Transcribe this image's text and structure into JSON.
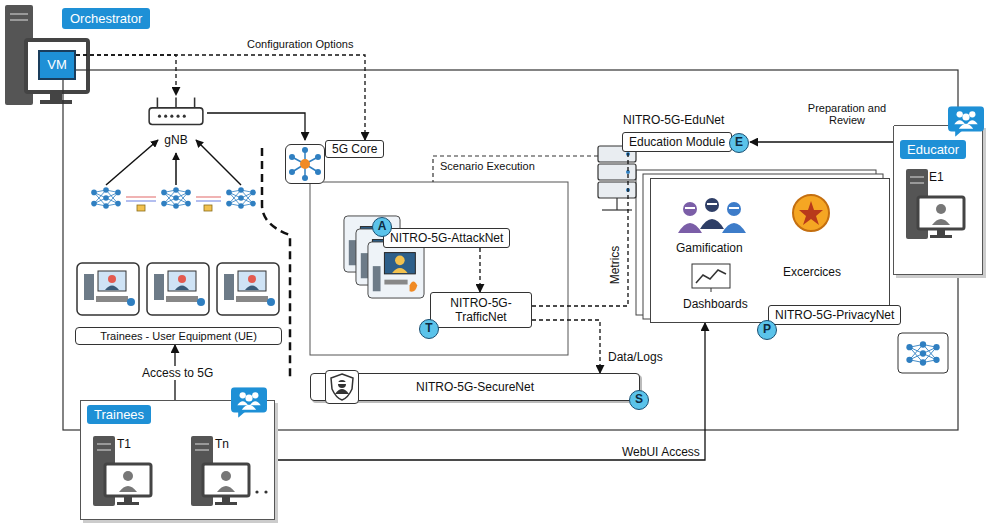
{
  "diagram": {
    "nodes": [
      {
        "text": [
          "Orchestrator"
        ]
      },
      {
        "text": [
          "VM"
        ]
      },
      {
        "text": [
          "gNB"
        ]
      },
      {
        "text": [
          "Trainees - User Equipment (UE)"
        ]
      },
      {
        "text": [
          "Trainees"
        ]
      },
      {
        "text": [
          "5G Core"
        ]
      },
      {
        "text": [
          "NITRO-5G-AttackNet",
          "A"
        ]
      },
      {
        "text": [
          "NITRO-5G-TrafficNet",
          "T"
        ]
      },
      {
        "text": [
          "NITRO-5G-SecureNet",
          "S"
        ]
      },
      {
        "text": [
          "NITRO-5G-EduNet",
          "Education Module",
          "E"
        ]
      },
      {
        "text": [
          "Gamification",
          "Excercices",
          "Dashboards"
        ]
      },
      {
        "text": [
          "NITRO-5G-PrivacyNet",
          "P"
        ]
      },
      {
        "text": [
          "Educator"
        ]
      }
    ],
    "edges": [
      {
        "from": 1,
        "to": 2,
        "arrow": "to"
      },
      {
        "from": 1,
        "to": 5,
        "label": "Configuration Options",
        "arrow": "to"
      },
      {
        "from": 2,
        "to": 5,
        "arrow": "to"
      },
      {
        "from": 4,
        "to": 3,
        "label": "Access to 5G",
        "arrow": "to"
      },
      {
        "from": 6,
        "to": 7,
        "arrow": "to"
      },
      {
        "from": 7,
        "to": 9,
        "label": "Metrics",
        "arrow": "none"
      },
      {
        "from": 7,
        "to": 8,
        "label": "Data/Logs",
        "arrow": "to"
      },
      {
        "from": 12,
        "to": 9,
        "label": "Preparation and Review",
        "arrow": "to"
      },
      {
        "from": 4,
        "to": 10,
        "label": "WebUI Access",
        "arrow": "to"
      }
    ],
    "labels": [
      "T1",
      "Tn",
      "E1",
      "Scenario Execution"
    ]
  }
}
